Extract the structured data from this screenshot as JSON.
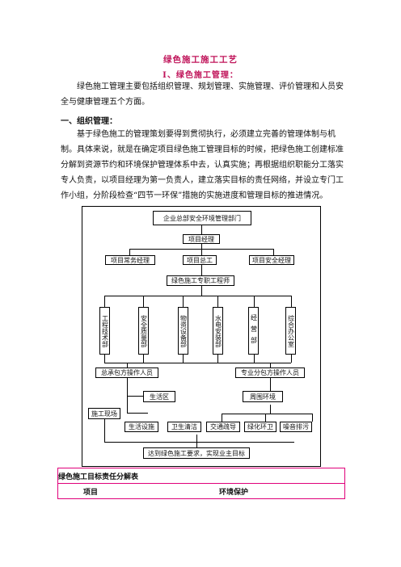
{
  "doc": {
    "title": "绿色施工施工工艺",
    "subtitle": "Ⅰ、绿色施工管理：",
    "para1": "绿色施工管理主要包括组织管理、规划管理、实施管理、评价管理和人员安全与健康管理五个方面。",
    "heading1": "一、组织管理：",
    "para2": "基于绿色施工的管理策划要得到贯彻执行，必须建立完善的管理体制与机制。具体来说，就是在确定项目绿色施工管理目标的时候，把绿色施工创建标准分解到资源节约和环境保护管理体系中去，认真实施；再根据组织职能分工落实专人负责，以项目经理为第一负责人，建立落实目标的责任网络，并设立专门工作小组，分阶段检查“四节一环保”措施的实施进度和管理目标的推进情况。"
  },
  "chart": {
    "top": "企业总部安全环境管理部门",
    "pm": "项目经理",
    "managers": [
      "项目常务经理",
      "项目总工",
      "项目安全经理"
    ],
    "engineer": "绿色施工专职工程师",
    "departments": [
      "工程技术部",
      "安全质量部",
      "物资设备部",
      "水电安装部",
      "经营部",
      "综合办公室"
    ],
    "operators": [
      "总承包方操作人员",
      "专业分包方操作人员"
    ],
    "site": "施工现场",
    "areas": [
      "生活区",
      "周围环境"
    ],
    "items": [
      "生活设施",
      "卫生清洁",
      "交通疏导",
      "绿化环卫",
      "噪音排污"
    ],
    "goal": "达到绿色施工要求，实现业主目标"
  },
  "table": {
    "caption": "绿色施工目标责任分解表",
    "col1": "项目",
    "col2": "环境保护"
  }
}
